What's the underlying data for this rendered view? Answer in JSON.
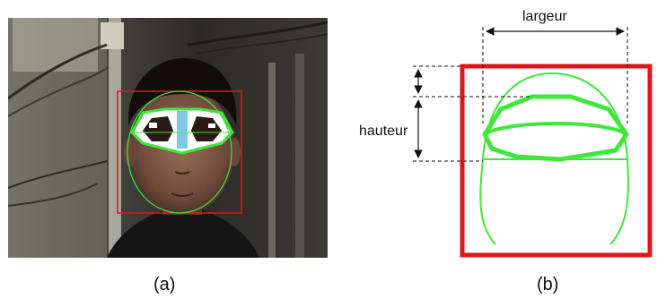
{
  "captions": {
    "a": "(a)",
    "b": "(b)"
  },
  "labels": {
    "width": "largeur",
    "height": "hauteur"
  },
  "colors": {
    "face_box": "#e0161b",
    "face_model": "#3ee83a",
    "dimension_lines": "#111111"
  }
}
